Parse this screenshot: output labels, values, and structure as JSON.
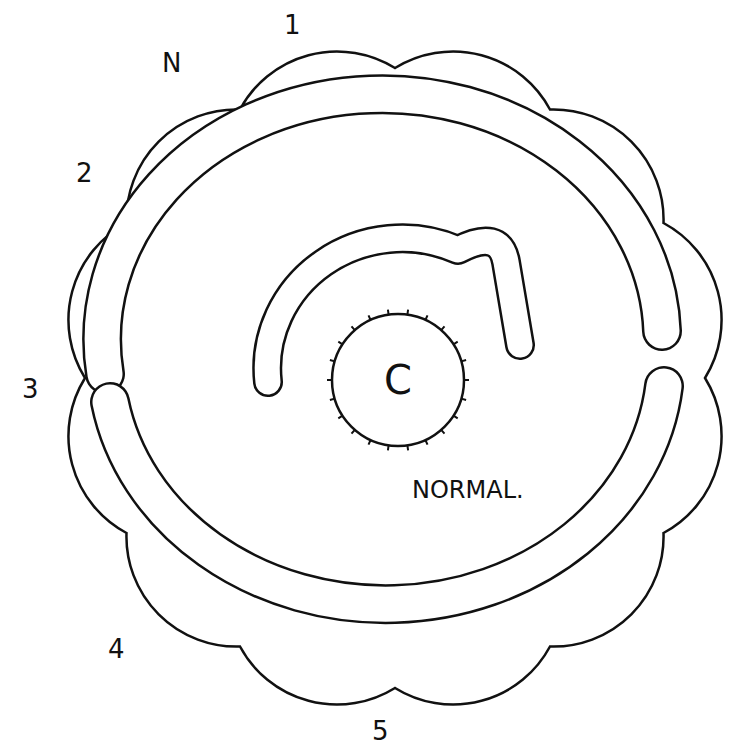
{
  "diagram": {
    "nodes": [
      {
        "text": [
          "C"
        ]
      }
    ],
    "labels": [
      "N",
      "1",
      "2",
      "3",
      "4",
      "5",
      "NORMAL."
    ]
  }
}
